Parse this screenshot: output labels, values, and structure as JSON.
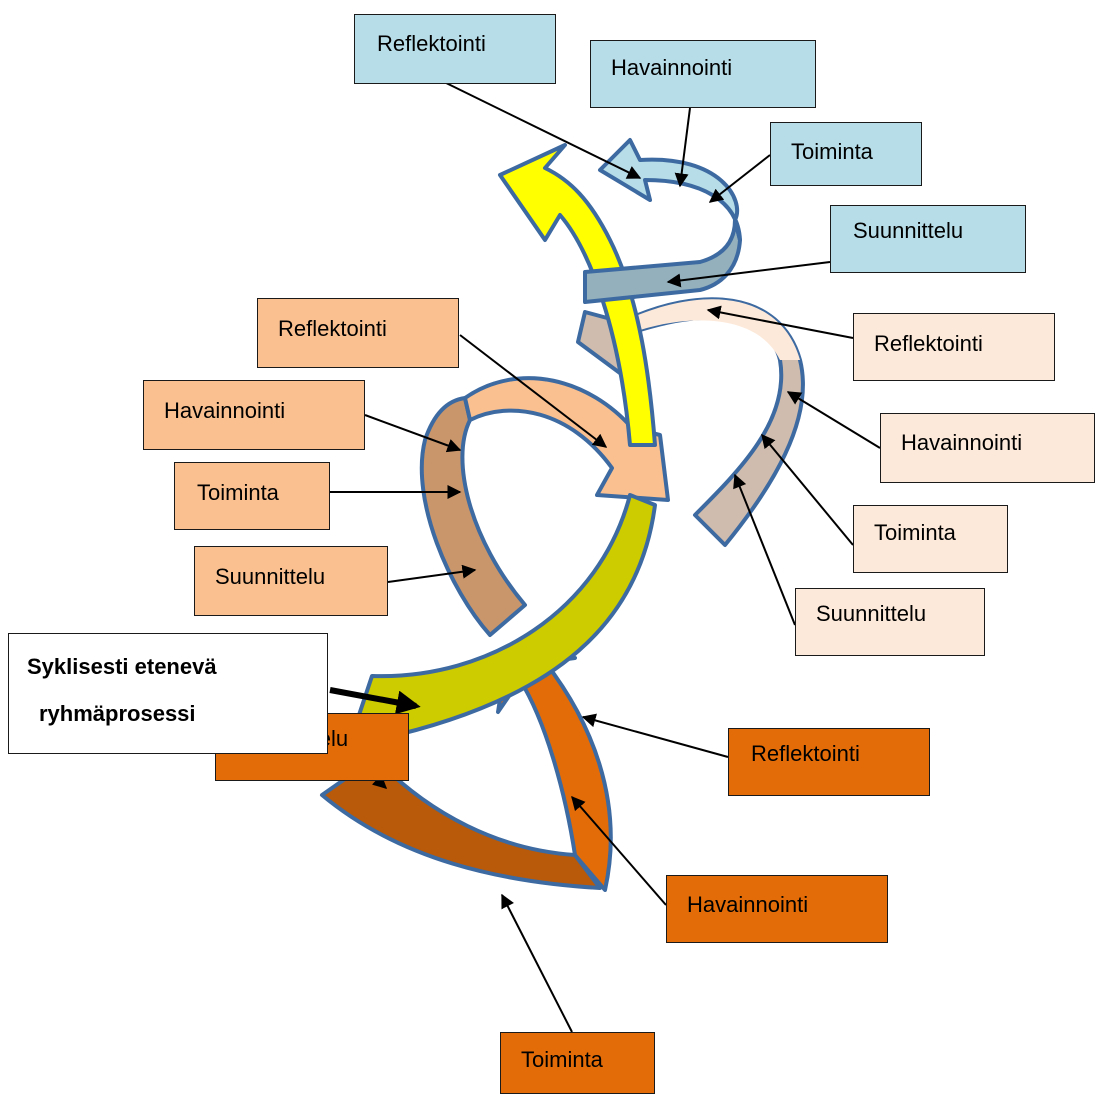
{
  "cycle_top": {
    "reflection": "Reflektointi",
    "observation": "Havainnointi",
    "action": "Toiminta",
    "planning": "Suunnittelu"
  },
  "cycle_middle": {
    "reflection": "Reflektointi",
    "observation": "Havainnointi",
    "action": "Toiminta",
    "planning": "Suunnittelu"
  },
  "cycle_back": {
    "reflection": "Reflektointi",
    "observation": "Havainnointi",
    "action": "Toiminta",
    "planning": "Suunnittelu"
  },
  "cycle_bottom": {
    "reflection": "Reflektointi",
    "observation": "Havainnointi",
    "action": "Toiminta",
    "planning": "Suunnittelu"
  },
  "process_label": {
    "line1": "Syklisesti etenevä",
    "line2": "ryhmäprosessi"
  },
  "colors": {
    "top": "#b7dde8",
    "middle": "#fac090",
    "back": "#fde9d9",
    "bottom": "#e36c09",
    "spine_yellow": "#ffff00",
    "spine_olive": "#cccc00",
    "outline": "#3d6aa1"
  }
}
